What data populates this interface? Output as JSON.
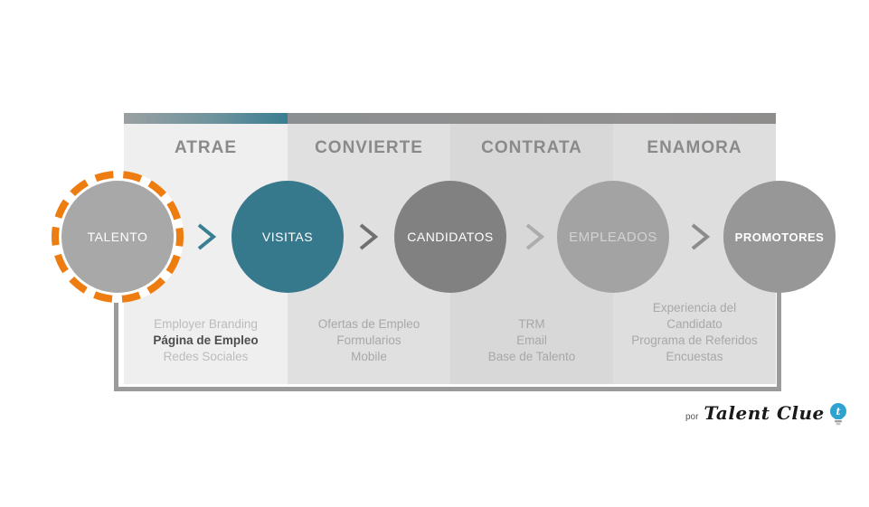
{
  "stages": [
    {
      "title": "ATRAE",
      "items": [
        "Employer Branding",
        "Página de Empleo",
        "Redes Sociales"
      ]
    },
    {
      "title": "CONVIERTE",
      "items": [
        "Ofertas de Empleo",
        "Formularios",
        "Mobile"
      ]
    },
    {
      "title": "CONTRATA",
      "items": [
        "TRM",
        "Email",
        "Base de Talento"
      ]
    },
    {
      "title": "ENAMORA",
      "items": [
        "Experiencia del Candidato",
        "Programa de Referidos",
        "Encuestas"
      ]
    }
  ],
  "circles": [
    {
      "label": "TALENTO",
      "color": "#a8a8a8",
      "highlighted": true
    },
    {
      "label": "VISITAS",
      "color": "#37798c",
      "highlighted": false
    },
    {
      "label": "CANDIDATOS",
      "color": "#818181",
      "highlighted": false
    },
    {
      "label": "EMPLEADOS",
      "color": "#a3a3a3",
      "highlighted": false
    },
    {
      "label": "PROMOTORES",
      "color": "#979797",
      "highlighted": false
    }
  ],
  "footer": {
    "prefix": "por",
    "brand": "Talent Clue"
  },
  "palette": {
    "teal": "#37798c",
    "highlight_orange": "#ee7d11",
    "frame_gray": "#9b9b9b",
    "header_gray": "#8a8a8a",
    "bar_teal_gradient": [
      "#9aa0a2",
      "#3a7e91"
    ],
    "bar_gray": "#8f8f8f",
    "bulb_blue": "#2fa3cf"
  }
}
